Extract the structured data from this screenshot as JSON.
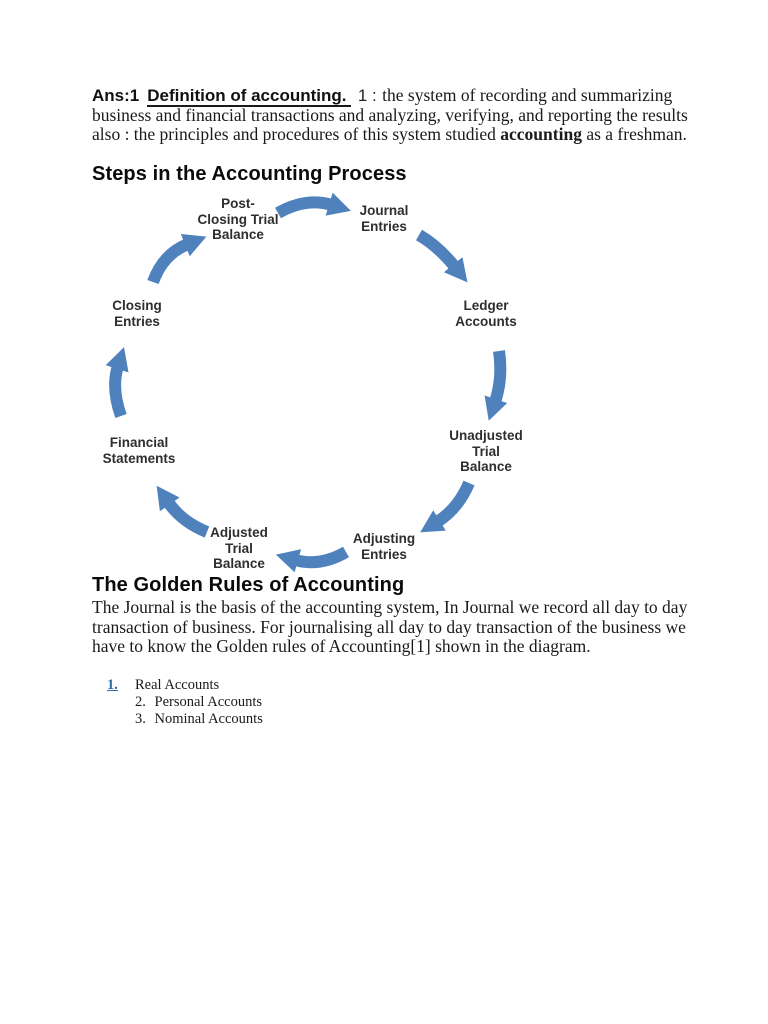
{
  "intro": {
    "answer_label": "Ans:1",
    "definition_term": "Definition of accounting.",
    "sense_number": "1 :",
    "definition_body": "the system of recording and summarizing business and financial transactions and analyzing, verifying, and reporting the results also : the principles and procedures of this system studied",
    "bold_word": "accounting",
    "tail": "as a freshman."
  },
  "steps_heading": "Steps in the Accounting Process",
  "diagram": {
    "type": "cycle",
    "arrow_color": "#4f81bd",
    "label_color": "#2e2e2e",
    "flow_order": [
      "Journal Entries",
      "Ledger Accounts",
      "Unadjusted Trial Balance",
      "Adjusting Entries",
      "Adjusted Trial Balance",
      "Financial Statements",
      "Closing Entries",
      "Post-Closing Trial Balance"
    ],
    "nodes": {
      "post_closing": "Post-\nClosing Trial\nBalance",
      "journal": "Journal\nEntries",
      "ledger": "Ledger\nAccounts",
      "unadjusted": "Unadjusted\nTrial\nBalance",
      "adjusting": "Adjusting\nEntries",
      "adjusted": "Adjusted\nTrial\nBalance",
      "financial": "Financial\nStatements",
      "closing": "Closing\nEntries"
    }
  },
  "golden_heading": "The Golden Rules of Accounting",
  "golden_paragraph": "The Journal is the basis of the accounting system, In Journal we record all day to day transaction of business. For journalising all day to day transaction of the business we have to know the Golden rules of Accounting[1] shown in the diagram.",
  "rules": [
    {
      "marker": "1.",
      "text": "Real Accounts"
    },
    {
      "marker": "2.",
      "text": "Personal Accounts"
    },
    {
      "marker": "3.",
      "text": "Nominal Accounts"
    }
  ]
}
